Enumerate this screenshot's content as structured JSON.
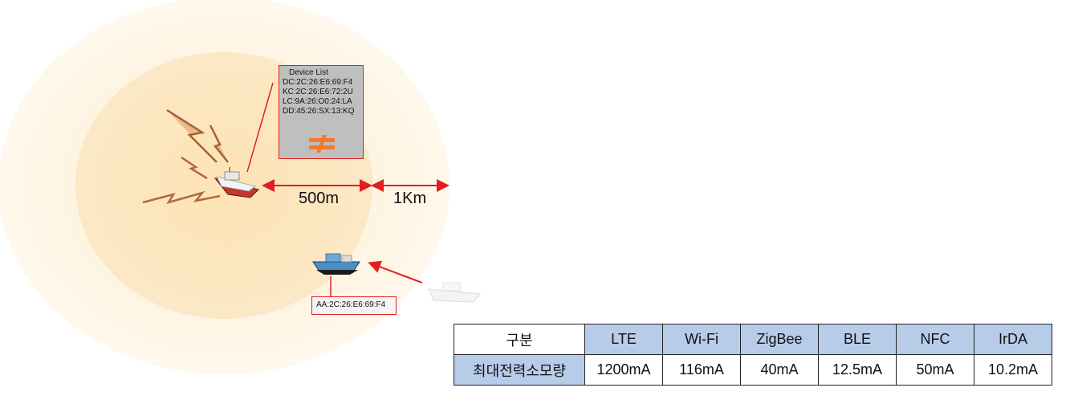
{
  "device_list": {
    "title": "Device List",
    "items": [
      "DC:2C:26:E6:69:F4",
      "KC:2C:26:E6:72:2U",
      "LC:9A:26:O0:24:LA",
      "DD:45:26:SX:13:KQ"
    ]
  },
  "distance_labels": {
    "inner": "500m",
    "outer": "1Km"
  },
  "approaching_boat_tag": "AA:2C:26:E6:69:F4",
  "table": {
    "header": [
      "구분",
      "LTE",
      "Wi-Fi",
      "ZigBee",
      "BLE",
      "NFC",
      "IrDA"
    ],
    "row": [
      "최대전력소모량",
      "1200mA",
      "116mA",
      "40mA",
      "12.5mA",
      "50mA",
      "10.2mA"
    ]
  },
  "colors": {
    "outer_zone": "#fdf3e1",
    "inner_zone": "#fbe3b8",
    "arrow": "#e02020",
    "bridge_icon": "#f07b2c",
    "header_blue": "#b7cce8"
  }
}
